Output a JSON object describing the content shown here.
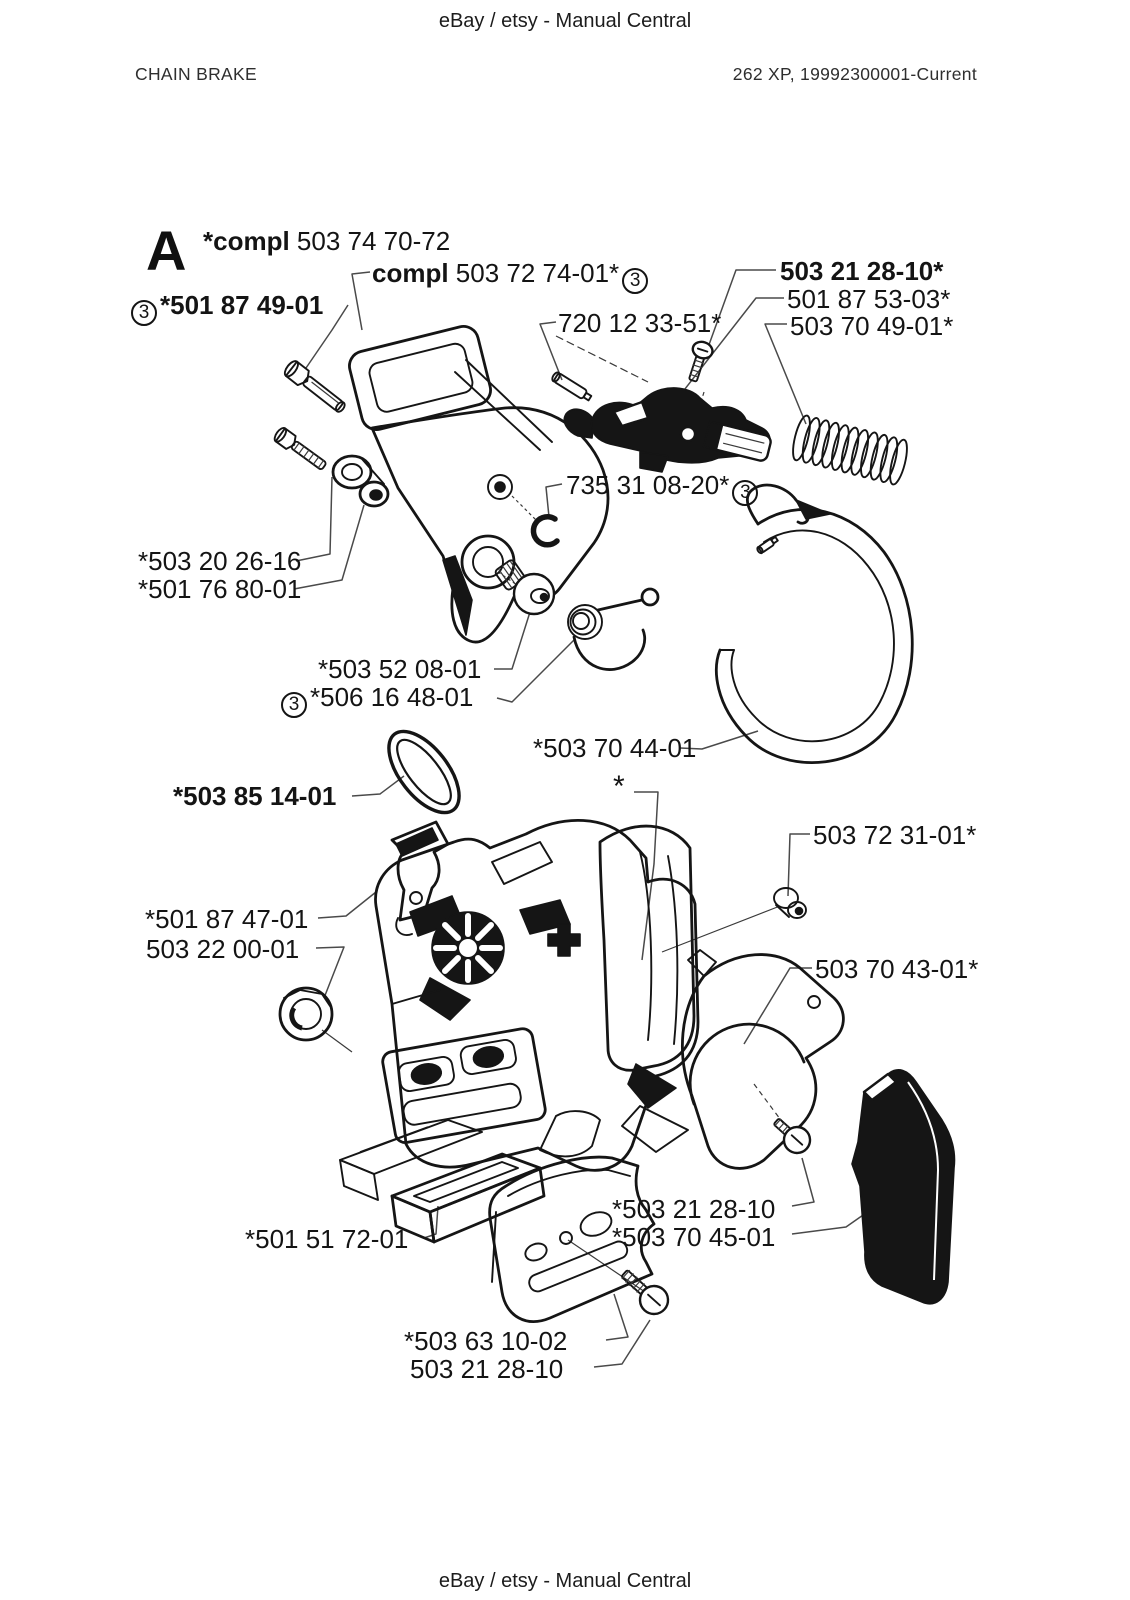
{
  "page": {
    "banner_top": "eBay / etsy - Manual Central",
    "banner_bottom": "eBay / etsy - Manual Central",
    "section_title": "CHAIN BRAKE",
    "model_info": "262 XP, 19992300001-Current",
    "figure_letter": "A"
  },
  "colors": {
    "ink": "#151515",
    "paper": "#ffffff",
    "leader": "#4a4a4a"
  },
  "labels": [
    {
      "prefix": "*compl",
      "text": " 503 74 70-72"
    },
    {
      "prefix": "compl",
      "text": " 503 72 74-01*",
      "badge": "3"
    },
    {
      "badge": "3",
      "text": "*501 87 49-01"
    },
    {
      "text": "503 21 28-10*"
    },
    {
      "text": "501 87 53-03*"
    },
    {
      "text": "503 70 49-01*"
    },
    {
      "text": "720 12 33-51*"
    },
    {
      "text": "735 31 08-20*",
      "badge": "3"
    },
    {
      "text": "*503 20 26-16"
    },
    {
      "text": "*501 76 80-01"
    },
    {
      "text": "*503 52 08-01"
    },
    {
      "badge": "3",
      "text": "*506 16 48-01"
    },
    {
      "text": "*503 70 44-01"
    },
    {
      "text": "*503 85 14-01"
    },
    {
      "text": "*"
    },
    {
      "text": "503 72 31-01*"
    },
    {
      "text": "*501 87 47-01"
    },
    {
      "text": "503 22 00-01"
    },
    {
      "text": "503 70 43-01*"
    },
    {
      "text": "*501 51 72-01"
    },
    {
      "text": "*503 21 28-10"
    },
    {
      "text": "*503 70 45-01"
    },
    {
      "text": "*503 63 10-02"
    },
    {
      "text": "503 21 28-10"
    }
  ]
}
